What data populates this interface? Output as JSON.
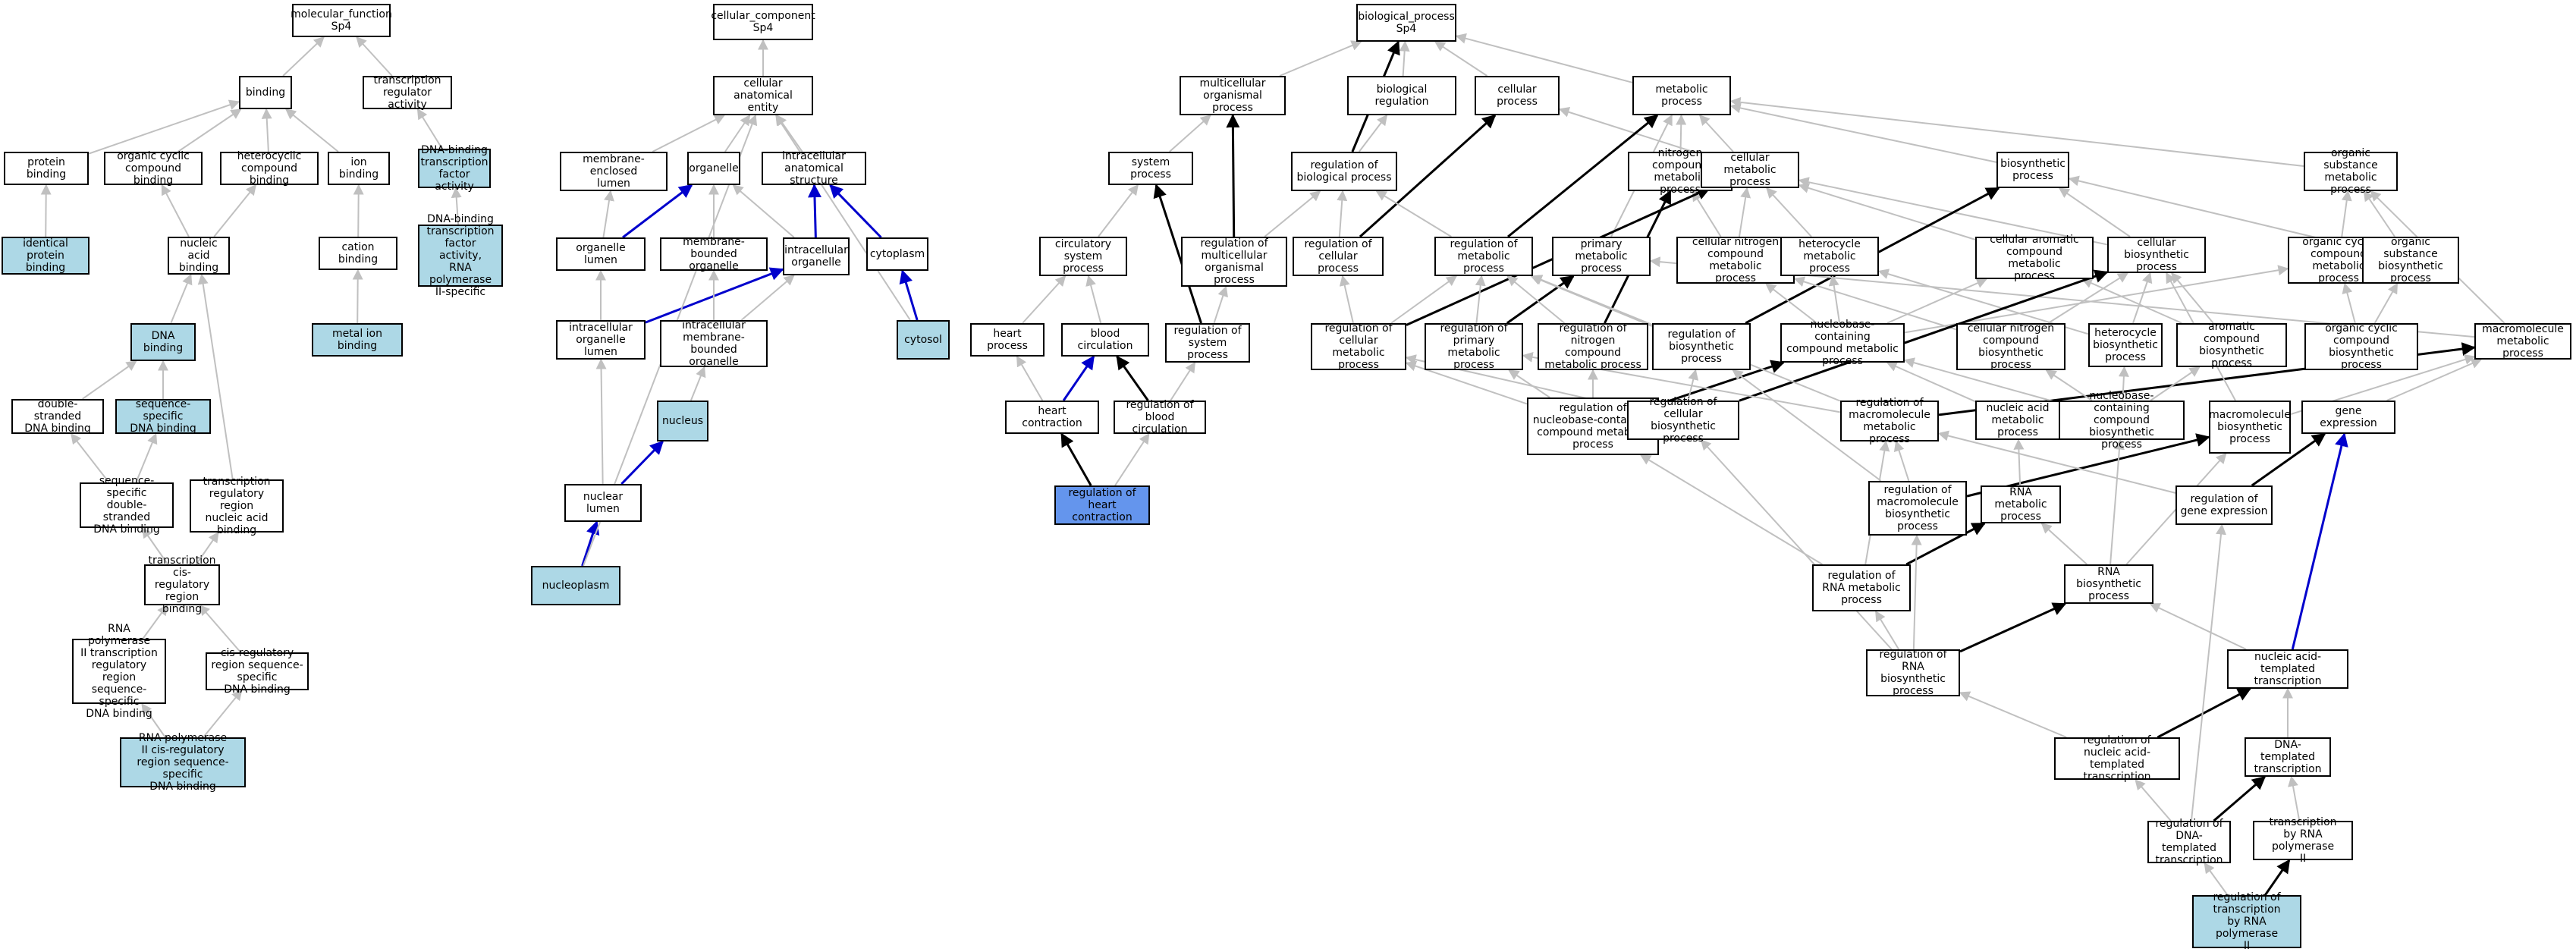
{
  "colors": {
    "node_fill": "#ffffff",
    "annotated_fill": "#add8e6",
    "query_fill": "#6495ed",
    "edge_gray": "#c0c0c0",
    "edge_black": "#000000",
    "edge_blue": "#0000cc"
  },
  "nodes": [
    {
      "id": "mf",
      "label": "molecular_function\nSp4",
      "fill": "white"
    },
    {
      "id": "binding",
      "label": "binding",
      "fill": "white"
    },
    {
      "id": "tra",
      "label": "transcription\nregulator activity",
      "fill": "white"
    },
    {
      "id": "pb",
      "label": "protein binding",
      "fill": "white"
    },
    {
      "id": "occb",
      "label": "organic cyclic\ncompound binding",
      "fill": "white"
    },
    {
      "id": "hcb",
      "label": "heterocyclic\ncompound binding",
      "fill": "white"
    },
    {
      "id": "ionb",
      "label": "ion binding",
      "fill": "white"
    },
    {
      "id": "dbtfa",
      "label": "DNA-binding\ntranscription\nfactor activity",
      "fill": "lightblue"
    },
    {
      "id": "dbtfa2",
      "label": "DNA-binding\ntranscription\nfactor activity,\nRNA polymerase\nII-specific",
      "fill": "lightblue"
    },
    {
      "id": "ipb",
      "label": "identical protein\nbinding",
      "fill": "lightblue"
    },
    {
      "id": "nab",
      "label": "nucleic acid\nbinding",
      "fill": "white"
    },
    {
      "id": "catb",
      "label": "cation binding",
      "fill": "white"
    },
    {
      "id": "mib",
      "label": "metal ion binding",
      "fill": "lightblue"
    },
    {
      "id": "dnab",
      "label": "DNA binding",
      "fill": "lightblue"
    },
    {
      "id": "dsdb",
      "label": "double-stranded\nDNA binding",
      "fill": "white"
    },
    {
      "id": "ssdb",
      "label": "sequence-specific\nDNA binding",
      "fill": "lightblue"
    },
    {
      "id": "ssdsdb",
      "label": "sequence-specific\ndouble-stranded\nDNA binding",
      "fill": "white"
    },
    {
      "id": "trrnab",
      "label": "transcription\nregulatory region\nnucleic acid\nbinding",
      "fill": "white"
    },
    {
      "id": "tcrrb",
      "label": "transcription\ncis-regulatory\nregion binding",
      "fill": "white"
    },
    {
      "id": "rp2trr",
      "label": "RNA polymerase\nII transcription\nregulatory region\nsequence-specific\nDNA binding",
      "fill": "white"
    },
    {
      "id": "crrssdb",
      "label": "cis-regulatory\nregion sequence-specific\nDNA binding",
      "fill": "white"
    },
    {
      "id": "rp2crr",
      "label": "RNA polymerase\nII cis-regulatory\nregion sequence-specific\nDNA binding",
      "fill": "lightblue"
    },
    {
      "id": "cc",
      "label": "cellular_component\nSp4",
      "fill": "white"
    },
    {
      "id": "cae",
      "label": "cellular anatomical\nentity",
      "fill": "white"
    },
    {
      "id": "mel",
      "label": "membrane-enclosed\nlumen",
      "fill": "white"
    },
    {
      "id": "org",
      "label": "organelle",
      "fill": "white"
    },
    {
      "id": "ias",
      "label": "intracellular\nanatomical structure",
      "fill": "white"
    },
    {
      "id": "ol",
      "label": "organelle lumen",
      "fill": "white"
    },
    {
      "id": "mbo",
      "label": "membrane-bounded\norganelle",
      "fill": "white"
    },
    {
      "id": "io",
      "label": "intracellular\norganelle",
      "fill": "white"
    },
    {
      "id": "cyto",
      "label": "cytoplasm",
      "fill": "white"
    },
    {
      "id": "iol",
      "label": "intracellular\norganelle lumen",
      "fill": "white"
    },
    {
      "id": "imbo",
      "label": "intracellular\nmembrane-bounded\norganelle",
      "fill": "white"
    },
    {
      "id": "cytosol",
      "label": "cytosol",
      "fill": "lightblue"
    },
    {
      "id": "nucleus",
      "label": "nucleus",
      "fill": "lightblue"
    },
    {
      "id": "nl",
      "label": "nuclear lumen",
      "fill": "white"
    },
    {
      "id": "np",
      "label": "nucleoplasm",
      "fill": "lightblue"
    },
    {
      "id": "bp",
      "label": "biological_process\nSp4",
      "fill": "white"
    },
    {
      "id": "mop",
      "label": "multicellular\norganismal process",
      "fill": "white"
    },
    {
      "id": "breg",
      "label": "biological regulation",
      "fill": "white"
    },
    {
      "id": "cp",
      "label": "cellular process",
      "fill": "white"
    },
    {
      "id": "metp",
      "label": "metabolic process",
      "fill": "white"
    },
    {
      "id": "sysp",
      "label": "system process",
      "fill": "white"
    },
    {
      "id": "rbp",
      "label": "regulation of\nbiological process",
      "fill": "white"
    },
    {
      "id": "ncmp",
      "label": "nitrogen compound\nmetabolic process",
      "fill": "white"
    },
    {
      "id": "cmp",
      "label": "cellular metabolic\nprocess",
      "fill": "white"
    },
    {
      "id": "biosyn",
      "label": "biosynthetic\nprocess",
      "fill": "white"
    },
    {
      "id": "osmp",
      "label": "organic substance\nmetabolic process",
      "fill": "white"
    },
    {
      "id": "rmop",
      "label": "regulation of\nmulticellular\norganismal process",
      "fill": "white"
    },
    {
      "id": "rcp",
      "label": "regulation of\ncellular process",
      "fill": "white"
    },
    {
      "id": "rmp",
      "label": "regulation of\nmetabolic process",
      "fill": "white"
    },
    {
      "id": "pmp",
      "label": "primary metabolic\nprocess",
      "fill": "white"
    },
    {
      "id": "cncmp",
      "label": "cellular nitrogen\ncompound metabolic\nprocess",
      "fill": "white"
    },
    {
      "id": "hmp",
      "label": "heterocycle\nmetabolic process",
      "fill": "white"
    },
    {
      "id": "cacmp",
      "label": "cellular aromatic\ncompound metabolic\nprocess",
      "fill": "white"
    },
    {
      "id": "cbp",
      "label": "cellular biosynthetic\nprocess",
      "fill": "white"
    },
    {
      "id": "occmp",
      "label": "organic cyclic\ncompound metabolic\nprocess",
      "fill": "white"
    },
    {
      "id": "osbp",
      "label": "organic substance\nbiosynthetic\nprocess",
      "fill": "white"
    },
    {
      "id": "csp",
      "label": "circulatory\nsystem process",
      "fill": "white"
    },
    {
      "id": "hp",
      "label": "heart process",
      "fill": "white"
    },
    {
      "id": "bc",
      "label": "blood circulation",
      "fill": "white"
    },
    {
      "id": "rsp",
      "label": "regulation of\nsystem process",
      "fill": "white"
    },
    {
      "id": "rcmp",
      "label": "regulation of\ncellular metabolic\nprocess",
      "fill": "white"
    },
    {
      "id": "rpmp",
      "label": "regulation of\nprimary metabolic\nprocess",
      "fill": "white"
    },
    {
      "id": "rncmp",
      "label": "regulation of\nnitrogen compound\nmetabolic process",
      "fill": "white"
    },
    {
      "id": "rbsp",
      "label": "regulation of\nbiosynthetic\nprocess",
      "fill": "white"
    },
    {
      "id": "nbcmp",
      "label": "nucleobase-containing\ncompound metabolic\nprocess",
      "fill": "white"
    },
    {
      "id": "cncbp",
      "label": "cellular nitrogen\ncompound biosynthetic\nprocess",
      "fill": "white"
    },
    {
      "id": "hbp",
      "label": "heterocycle\nbiosynthetic\nprocess",
      "fill": "white"
    },
    {
      "id": "acbp",
      "label": "aromatic compound\nbiosynthetic\nprocess",
      "fill": "white"
    },
    {
      "id": "occbp",
      "label": "organic cyclic\ncompound biosynthetic\nprocess",
      "fill": "white"
    },
    {
      "id": "mmp",
      "label": "macromolecule\nmetabolic process",
      "fill": "white"
    },
    {
      "id": "hc",
      "label": "heart contraction",
      "fill": "white"
    },
    {
      "id": "rbc",
      "label": "regulation of\nblood circulation",
      "fill": "white"
    },
    {
      "id": "rnbcmp",
      "label": "regulation of\nnucleobase-containing\ncompound metabolic\nprocess",
      "fill": "white"
    },
    {
      "id": "rcbp",
      "label": "regulation of\ncellular biosynthetic\nprocess",
      "fill": "white"
    },
    {
      "id": "rmmp",
      "label": "regulation of\nmacromolecule\nmetabolic process",
      "fill": "white"
    },
    {
      "id": "namp",
      "label": "nucleic acid\nmetabolic process",
      "fill": "white"
    },
    {
      "id": "nbcbp",
      "label": "nucleobase-containing\ncompound biosynthetic\nprocess",
      "fill": "white"
    },
    {
      "id": "mbp",
      "label": "macromolecule\nbiosynthetic\nprocess",
      "fill": "white"
    },
    {
      "id": "ge",
      "label": "gene expression",
      "fill": "white"
    },
    {
      "id": "rhc",
      "label": "regulation of\nheart contraction",
      "fill": "mediumblue"
    },
    {
      "id": "rmbp",
      "label": "regulation of\nmacromolecule\nbiosynthetic\nprocess",
      "fill": "white"
    },
    {
      "id": "rnamp",
      "label": "RNA metabolic\nprocess",
      "fill": "white"
    },
    {
      "id": "rge",
      "label": "regulation of\ngene expression",
      "fill": "white"
    },
    {
      "id": "rrmp",
      "label": "regulation of\nRNA metabolic\nprocess",
      "fill": "white"
    },
    {
      "id": "rbs",
      "label": "RNA biosynthetic\nprocess",
      "fill": "white"
    },
    {
      "id": "rrbp",
      "label": "regulation of\nRNA biosynthetic\nprocess",
      "fill": "white"
    },
    {
      "id": "natt",
      "label": "nucleic acid-templated\ntranscription",
      "fill": "white"
    },
    {
      "id": "rnatt",
      "label": "regulation of\nnucleic acid-templated\ntranscription",
      "fill": "white"
    },
    {
      "id": "dtt",
      "label": "DNA-templated\ntranscription",
      "fill": "white"
    },
    {
      "id": "rdtt",
      "label": "regulation of\nDNA-templated\ntranscription",
      "fill": "white"
    },
    {
      "id": "trp2",
      "label": "transcription\nby RNA polymerase\nII",
      "fill": "white"
    },
    {
      "id": "rtrp2",
      "label": "regulation of\ntranscription\nby RNA polymerase\nII",
      "fill": "lightblue"
    }
  ],
  "edges": [
    [
      "binding",
      "mf",
      "gray"
    ],
    [
      "tra",
      "mf",
      "gray"
    ],
    [
      "pb",
      "binding",
      "gray"
    ],
    [
      "occb",
      "binding",
      "gray"
    ],
    [
      "hcb",
      "binding",
      "gray"
    ],
    [
      "ionb",
      "binding",
      "gray"
    ],
    [
      "dbtfa",
      "tra",
      "gray"
    ],
    [
      "dbtfa2",
      "dbtfa",
      "gray"
    ],
    [
      "ipb",
      "pb",
      "gray"
    ],
    [
      "nab",
      "occb",
      "gray"
    ],
    [
      "nab",
      "hcb",
      "gray"
    ],
    [
      "catb",
      "ionb",
      "gray"
    ],
    [
      "mib",
      "catb",
      "gray"
    ],
    [
      "dnab",
      "nab",
      "gray"
    ],
    [
      "dsdb",
      "dnab",
      "gray"
    ],
    [
      "ssdb",
      "dnab",
      "gray"
    ],
    [
      "ssdsdb",
      "dsdb",
      "gray"
    ],
    [
      "ssdsdb",
      "ssdb",
      "gray"
    ],
    [
      "trrnab",
      "nab",
      "gray"
    ],
    [
      "tcrrb",
      "ssdsdb",
      "gray"
    ],
    [
      "tcrrb",
      "trrnab",
      "gray"
    ],
    [
      "rp2trr",
      "tcrrb",
      "gray"
    ],
    [
      "crrssdb",
      "tcrrb",
      "gray"
    ],
    [
      "rp2crr",
      "rp2trr",
      "gray"
    ],
    [
      "rp2crr",
      "crrssdb",
      "gray"
    ],
    [
      "cae",
      "cc",
      "gray"
    ],
    [
      "mel",
      "cae",
      "gray"
    ],
    [
      "org",
      "cae",
      "gray"
    ],
    [
      "ias",
      "cae",
      "gray"
    ],
    [
      "ol",
      "mel",
      "gray"
    ],
    [
      "ol",
      "org",
      "blue"
    ],
    [
      "mbo",
      "org",
      "gray"
    ],
    [
      "io",
      "org",
      "gray"
    ],
    [
      "io",
      "ias",
      "blue"
    ],
    [
      "cyto",
      "ias",
      "blue"
    ],
    [
      "iol",
      "ol",
      "gray"
    ],
    [
      "iol",
      "io",
      "blue"
    ],
    [
      "imbo",
      "mbo",
      "gray"
    ],
    [
      "imbo",
      "io",
      "gray"
    ],
    [
      "cytosol",
      "cyto",
      "blue"
    ],
    [
      "cytosol",
      "cae",
      "gray"
    ],
    [
      "nucleus",
      "imbo",
      "gray"
    ],
    [
      "nl",
      "iol",
      "gray"
    ],
    [
      "nl",
      "nucleus",
      "blue"
    ],
    [
      "np",
      "nl",
      "blue"
    ],
    [
      "np",
      "cae",
      "gray"
    ],
    [
      "mop",
      "bp",
      "gray"
    ],
    [
      "breg",
      "bp",
      "gray"
    ],
    [
      "cp",
      "bp",
      "gray"
    ],
    [
      "metp",
      "bp",
      "gray"
    ],
    [
      "sysp",
      "mop",
      "gray"
    ],
    [
      "rbp",
      "breg",
      "gray"
    ],
    [
      "rbp",
      "bp",
      "black"
    ],
    [
      "ncmp",
      "metp",
      "gray"
    ],
    [
      "cmp",
      "metp",
      "gray"
    ],
    [
      "cmp",
      "cp",
      "gray"
    ],
    [
      "biosyn",
      "metp",
      "gray"
    ],
    [
      "osmp",
      "metp",
      "gray"
    ],
    [
      "rmop",
      "mop",
      "black"
    ],
    [
      "rmop",
      "rbp",
      "gray"
    ],
    [
      "rcp",
      "rbp",
      "gray"
    ],
    [
      "rcp",
      "cp",
      "black"
    ],
    [
      "rmp",
      "rbp",
      "gray"
    ],
    [
      "rmp",
      "metp",
      "black"
    ],
    [
      "pmp",
      "metp",
      "gray"
    ],
    [
      "cncmp",
      "cmp",
      "gray"
    ],
    [
      "cncmp",
      "ncmp",
      "gray"
    ],
    [
      "hmp",
      "cmp",
      "gray"
    ],
    [
      "cacmp",
      "cmp",
      "gray"
    ],
    [
      "cbp",
      "biosyn",
      "gray"
    ],
    [
      "cbp",
      "cmp",
      "gray"
    ],
    [
      "occmp",
      "osmp",
      "gray"
    ],
    [
      "osbp",
      "osmp",
      "gray"
    ],
    [
      "osbp",
      "biosyn",
      "gray"
    ],
    [
      "csp",
      "sysp",
      "gray"
    ],
    [
      "hp",
      "csp",
      "gray"
    ],
    [
      "bc",
      "csp",
      "gray"
    ],
    [
      "rsp",
      "rmop",
      "gray"
    ],
    [
      "rsp",
      "sysp",
      "black"
    ],
    [
      "rcmp",
      "rcp",
      "gray"
    ],
    [
      "rcmp",
      "rmp",
      "gray"
    ],
    [
      "rcmp",
      "cmp",
      "black"
    ],
    [
      "rpmp",
      "rmp",
      "gray"
    ],
    [
      "rpmp",
      "pmp",
      "black"
    ],
    [
      "rncmp",
      "rmp",
      "gray"
    ],
    [
      "rncmp",
      "ncmp",
      "black"
    ],
    [
      "rbsp",
      "rmp",
      "gray"
    ],
    [
      "rbsp",
      "biosyn",
      "black"
    ],
    [
      "nbcmp",
      "cncmp",
      "gray"
    ],
    [
      "nbcmp",
      "hmp",
      "gray"
    ],
    [
      "nbcmp",
      "cacmp",
      "gray"
    ],
    [
      "nbcmp",
      "occmp",
      "gray"
    ],
    [
      "cncbp",
      "cncmp",
      "gray"
    ],
    [
      "cncbp",
      "cbp",
      "gray"
    ],
    [
      "hbp",
      "hmp",
      "gray"
    ],
    [
      "hbp",
      "cbp",
      "gray"
    ],
    [
      "acbp",
      "cacmp",
      "gray"
    ],
    [
      "acbp",
      "cbp",
      "gray"
    ],
    [
      "occbp",
      "occmp",
      "gray"
    ],
    [
      "occbp",
      "osbp",
      "gray"
    ],
    [
      "mmp",
      "osmp",
      "gray"
    ],
    [
      "mmp",
      "pmp",
      "gray"
    ],
    [
      "hc",
      "hp",
      "gray"
    ],
    [
      "hc",
      "bc",
      "blue"
    ],
    [
      "rbc",
      "rsp",
      "gray"
    ],
    [
      "rbc",
      "bc",
      "black"
    ],
    [
      "rnbcmp",
      "rpmp",
      "gray"
    ],
    [
      "rnbcmp",
      "rncmp",
      "gray"
    ],
    [
      "rnbcmp",
      "rcmp",
      "gray"
    ],
    [
      "rnbcmp",
      "nbcmp",
      "black"
    ],
    [
      "rcbp",
      "rbsp",
      "gray"
    ],
    [
      "rcbp",
      "rcmp",
      "gray"
    ],
    [
      "rcbp",
      "cbp",
      "black"
    ],
    [
      "rmmp",
      "rpmp",
      "gray"
    ],
    [
      "rmmp",
      "rmp",
      "gray"
    ],
    [
      "rmmp",
      "mmp",
      "black"
    ],
    [
      "namp",
      "nbcmp",
      "gray"
    ],
    [
      "nbcbp",
      "nbcmp",
      "gray"
    ],
    [
      "nbcbp",
      "cncbp",
      "gray"
    ],
    [
      "nbcbp",
      "hbp",
      "gray"
    ],
    [
      "nbcbp",
      "acbp",
      "gray"
    ],
    [
      "mbp",
      "mmp",
      "gray"
    ],
    [
      "mbp",
      "cbp",
      "gray"
    ],
    [
      "ge",
      "mmp",
      "gray"
    ],
    [
      "rhc",
      "hc",
      "black"
    ],
    [
      "rhc",
      "rbc",
      "gray"
    ],
    [
      "rmbp",
      "rmmp",
      "gray"
    ],
    [
      "rmbp",
      "rbsp",
      "gray"
    ],
    [
      "rmbp",
      "mbp",
      "black"
    ],
    [
      "rnamp",
      "namp",
      "gray"
    ],
    [
      "rge",
      "rmmp",
      "gray"
    ],
    [
      "rge",
      "ge",
      "black"
    ],
    [
      "rrmp",
      "rnbcmp",
      "gray"
    ],
    [
      "rrmp",
      "rmmp",
      "gray"
    ],
    [
      "rrmp",
      "rnamp",
      "black"
    ],
    [
      "rbs",
      "rnamp",
      "gray"
    ],
    [
      "rbs",
      "nbcbp",
      "gray"
    ],
    [
      "rbs",
      "mbp",
      "gray"
    ],
    [
      "rrbp",
      "rrmp",
      "gray"
    ],
    [
      "rrbp",
      "rcbp",
      "gray"
    ],
    [
      "rrbp",
      "rmbp",
      "gray"
    ],
    [
      "rrbp",
      "rbs",
      "black"
    ],
    [
      "natt",
      "rbs",
      "gray"
    ],
    [
      "natt",
      "ge",
      "blue"
    ],
    [
      "rnatt",
      "rrbp",
      "gray"
    ],
    [
      "rnatt",
      "natt",
      "black"
    ],
    [
      "dtt",
      "natt",
      "gray"
    ],
    [
      "rdtt",
      "rnatt",
      "gray"
    ],
    [
      "rdtt",
      "rge",
      "gray"
    ],
    [
      "rdtt",
      "dtt",
      "black"
    ],
    [
      "trp2",
      "dtt",
      "gray"
    ],
    [
      "rtrp2",
      "rdtt",
      "gray"
    ],
    [
      "rtrp2",
      "trp2",
      "black"
    ]
  ]
}
